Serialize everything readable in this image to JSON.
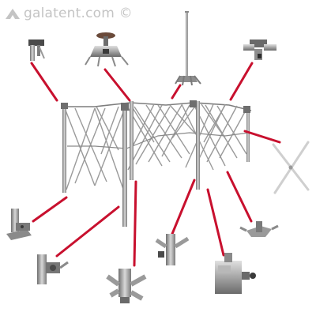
{
  "watermark": {
    "text": "galatent.com ©",
    "icon": "tent-logo-icon",
    "color": "#c4c4c4"
  },
  "colors": {
    "callout": "#c8102e",
    "metal": "#8c8c8c",
    "metal_dark": "#555555",
    "metal_light": "#c9c9c9",
    "background": "#ffffff"
  },
  "callouts": [
    {
      "part": "corner-top-bracket"
    },
    {
      "part": "roof-center-hub"
    },
    {
      "part": "center-pole-with-spider"
    },
    {
      "part": "side-top-slider"
    },
    {
      "part": "truss-scissor-joint"
    },
    {
      "part": "leg-foot-plate"
    },
    {
      "part": "leg-height-adjuster-clamp"
    },
    {
      "part": "lower-corner-multi-joint"
    },
    {
      "part": "side-lower-joint"
    },
    {
      "part": "leg-push-button-slider"
    },
    {
      "part": "floor-joint-bracket"
    }
  ]
}
